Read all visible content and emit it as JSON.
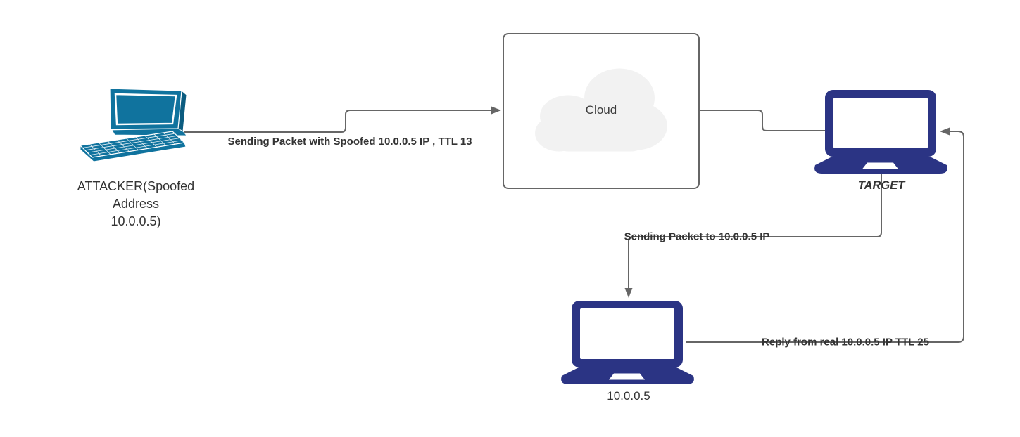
{
  "colors": {
    "edge": "#666666",
    "cloud_box_border": "#666666",
    "cloud_fill": "#f2f2f2",
    "attacker_laptop": "#10739e",
    "attacker_laptop_dark": "#0b5c80",
    "navy_laptop": "#2b3484",
    "node_label_text": "#333333",
    "edge_label_text": "#333333"
  },
  "icons": {
    "attacker": "perspective-laptop-icon",
    "cloud": "cloud-icon",
    "target": "laptop-icon",
    "real_host": "laptop-icon"
  },
  "nodes": {
    "attacker": {
      "label_lines": [
        "ATTACKER(Spoofed",
        "Address",
        "10.0.0.5)"
      ]
    },
    "cloud": {
      "label": "Cloud"
    },
    "target": {
      "label": "TARGET"
    },
    "real_host": {
      "label": "10.0.0.5"
    }
  },
  "edges": {
    "attacker_to_cloud": {
      "label": "Sending Packet with Spoofed 10.0.0.5 IP , TTL 13"
    },
    "cloud_to_target": {
      "label": ""
    },
    "target_to_real_host": {
      "label": "Sending Packet to 10.0.0.5 IP"
    },
    "real_host_to_target": {
      "label": "Reply from real 10.0.0.5 IP TTL 25"
    }
  }
}
